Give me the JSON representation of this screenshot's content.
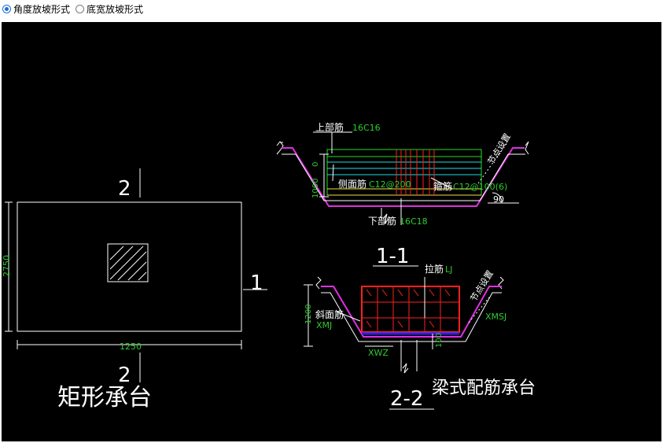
{
  "options": {
    "angle_slope": {
      "label": "角度放坡形式",
      "selected": true
    },
    "bottom_width_slope": {
      "label": "底宽放坡形式",
      "selected": false
    }
  },
  "drawing": {
    "colors": {
      "background": "#000000",
      "line": "#ffffff",
      "dim_text": "#2ecc2e",
      "rebar_green": "#22dd22",
      "rebar_cyan": "#22dddd",
      "rebar_red": "#ff2020",
      "rebar_yellow": "#f0e040",
      "slab_magenta": "#e030e0"
    },
    "plan": {
      "title": "矩形承台",
      "section_mark_top": "2",
      "section_mark_bottom": "2",
      "section_mark_right": "1",
      "dim_height": "2750",
      "dim_width": "1250"
    },
    "section_1": {
      "title": "1-1",
      "top_bar_label": "上部筋",
      "top_bar_spec": "16C16",
      "side_bar_label": "侧面筋",
      "side_bar_spec": "C12@200",
      "stirrup_label": "箍筋",
      "stirrup_spec": "C12@100(6)",
      "bottom_bar_label": "下部筋",
      "bottom_bar_spec": "16C18",
      "node_note": "节点设置",
      "angle": "90",
      "dim_zero": "0",
      "dim_depth": "1000"
    },
    "section_2": {
      "title": "2-2",
      "tie_label": "拉筋",
      "tie_spec": "LJ",
      "slope_bar_label": "斜面筋",
      "slope_bar_spec": "XMJ",
      "slope_bar_spec_right": "XMSJ",
      "bottom_spec": "XWZ",
      "dim_height": "1200",
      "dim_small": "100",
      "node_note": "节点设置"
    },
    "beam_title": "梁式配筋承台"
  }
}
